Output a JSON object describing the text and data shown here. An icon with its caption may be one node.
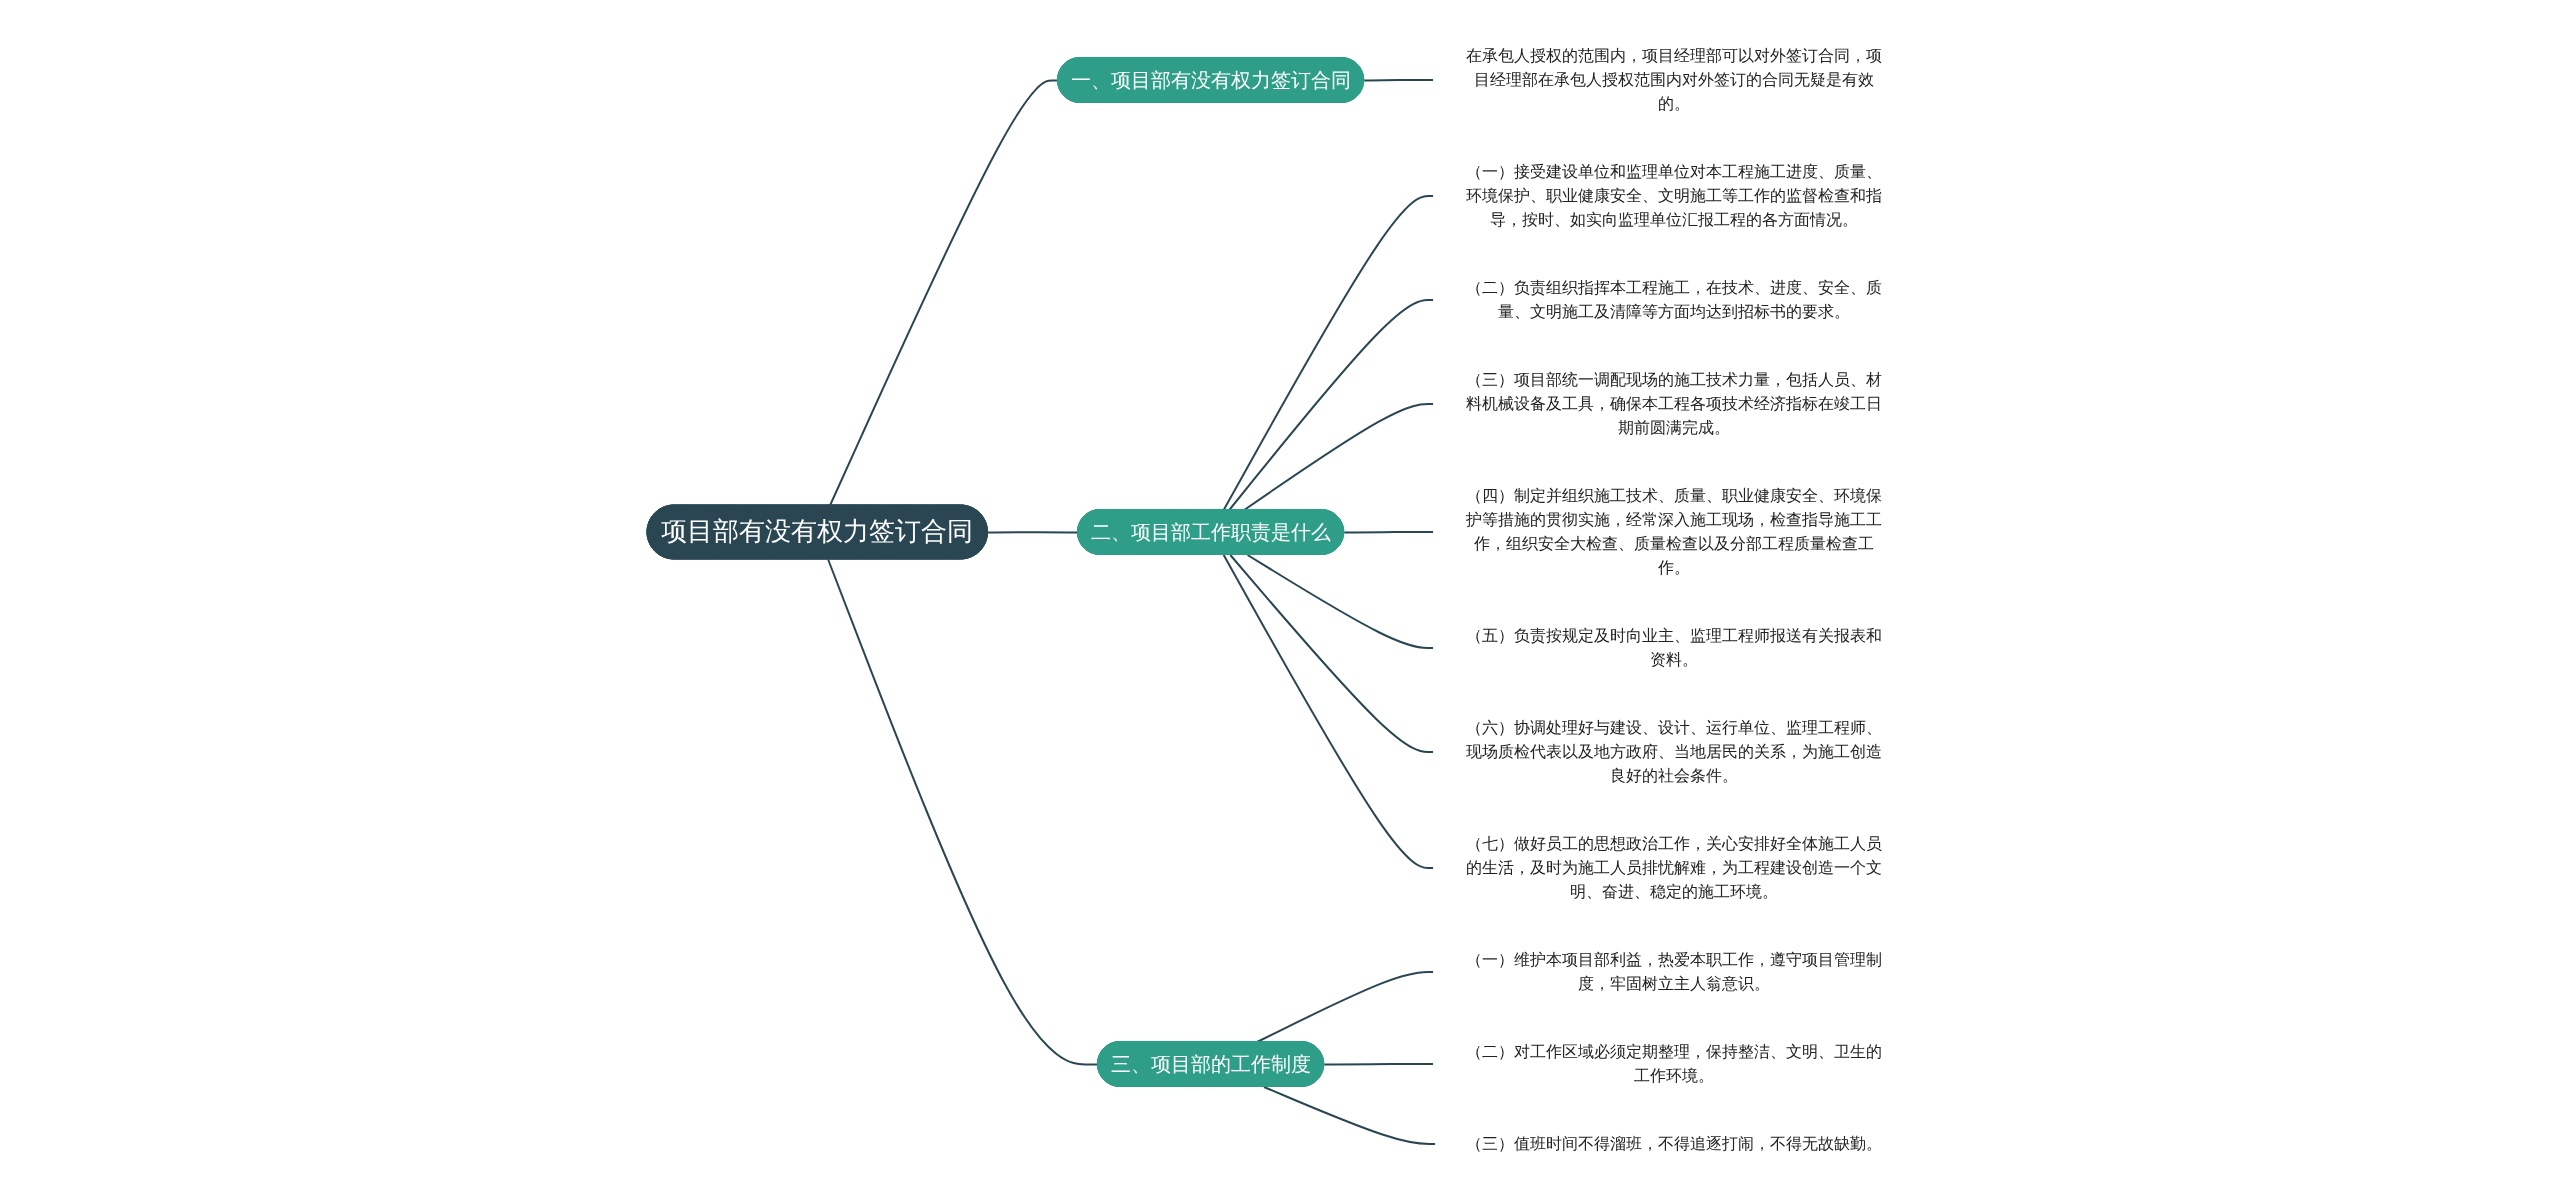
{
  "diagram": {
    "nodes": [
      {
        "text": [
          "项目部有没有权力签订合同"
        ]
      },
      {
        "text": [
          "一、项目部有没有权力签订合同"
        ]
      },
      {
        "text": [
          "在承包人授权的范围内，项目经理部可以对外签订合同，项目经理部在承包人授权范围内对外签订的合同无疑是有效的。"
        ]
      },
      {
        "text": [
          "二、项目部工作职责是什么"
        ]
      },
      {
        "text": [
          "（一）接受建设单位和监理单位对本工程施工进度、质量、环境保护、职业健康安全、文明施工等工作的监督检查和指导，按时、如实向监理单位汇报工程的各方面情况。"
        ]
      },
      {
        "text": [
          "（二）负责组织指挥本工程施工，在技术、进度、安全、质量、文明施工及清障等方面均达到招标书的要求。"
        ]
      },
      {
        "text": [
          "（三）项目部统一调配现场的施工技术力量，包括人员、材料机械设备及工具，确保本工程各项技术经济指标在竣工日期前圆满完成。"
        ]
      },
      {
        "text": [
          "（四）制定并组织施工技术、质量、职业健康安全、环境保护等措施的贯彻实施，经常深入施工现场，检查指导施工工作，组织安全大检查、质量检查以及分部工程质量检查工作。"
        ]
      },
      {
        "text": [
          "（五）负责按规定及时向业主、监理工程师报送有关报表和资料。"
        ]
      },
      {
        "text": [
          "（六）协调处理好与建设、设计、运行单位、监理工程师、现场质检代表以及地方政府、当地居民的关系，为施工创造良好的社会条件。"
        ]
      },
      {
        "text": [
          "（七）做好员工的思想政治工作，关心安排好全体施工人员的生活，及时为施工人员排忧解难，为工程建设创造一个文明、奋进、稳定的施工环境。"
        ]
      },
      {
        "text": [
          "三、项目部的工作制度"
        ]
      },
      {
        "text": [
          "（一）维护本项目部利益，热爱本职工作，遵守项目管理制度，牢固树立主人翁意识。"
        ]
      },
      {
        "text": [
          "（二）对工作区域必须定期整理，保持整洁、文明、卫生的工作环境。"
        ]
      },
      {
        "text": [
          "（三）值班时间不得溜班，不得追逐打闹，不得无故缺勤。"
        ]
      }
    ],
    "edges": [
      {
        "from": 0,
        "to": 1,
        "arrow": "none"
      },
      {
        "from": 1,
        "to": 2,
        "arrow": "none"
      },
      {
        "from": 0,
        "to": 3,
        "arrow": "none"
      },
      {
        "from": 3,
        "to": 4,
        "arrow": "none"
      },
      {
        "from": 3,
        "to": 5,
        "arrow": "none"
      },
      {
        "from": 3,
        "to": 6,
        "arrow": "none"
      },
      {
        "from": 3,
        "to": 7,
        "arrow": "none"
      },
      {
        "from": 3,
        "to": 8,
        "arrow": "none"
      },
      {
        "from": 3,
        "to": 9,
        "arrow": "none"
      },
      {
        "from": 3,
        "to": 10,
        "arrow": "none"
      },
      {
        "from": 0,
        "to": 11,
        "arrow": "none"
      },
      {
        "from": 11,
        "to": 12,
        "arrow": "none"
      },
      {
        "from": 11,
        "to": 13,
        "arrow": "none"
      },
      {
        "from": 11,
        "to": 14,
        "arrow": "none"
      }
    ]
  }
}
